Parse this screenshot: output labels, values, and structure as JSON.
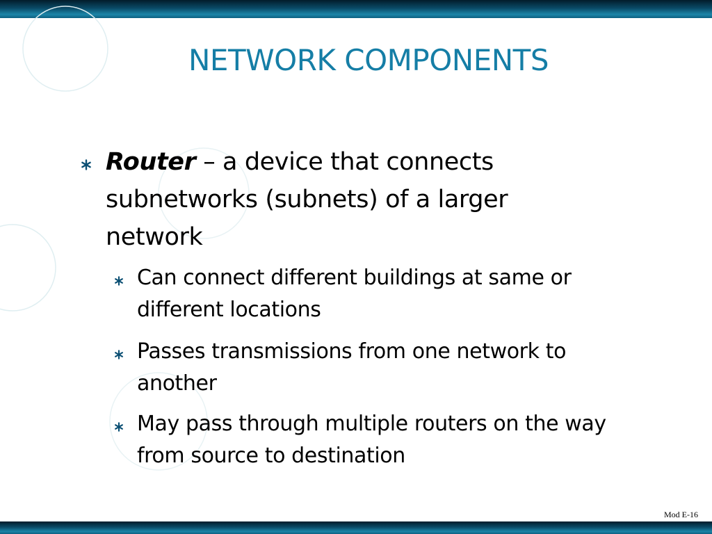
{
  "slide": {
    "title": "NETWORK COMPONENTS",
    "main_bullet": {
      "term": "Router",
      "text": " – a device that connects subnetworks (subnets) of a larger network"
    },
    "sub_bullets": [
      "Can connect different buildings at same or different locations",
      "Passes transmissions from one network to another",
      "May pass through multiple routers on the way from source to destination"
    ],
    "footer": "Mod E-16"
  },
  "colors": {
    "title": "#157ea6",
    "bullet": "#0b4f73",
    "bar": "#0a4a66"
  },
  "icons": {
    "bullet_marker": "asterisk-bullet-icon"
  }
}
